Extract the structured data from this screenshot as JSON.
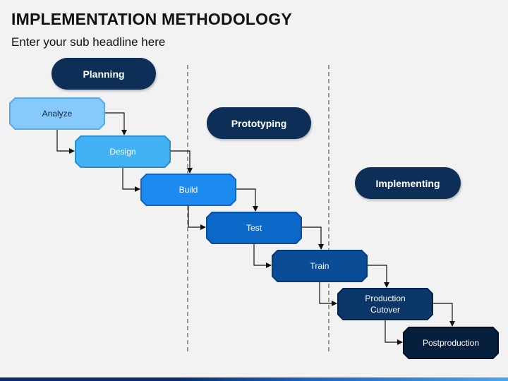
{
  "header": {
    "title": "IMPLEMENTATION METHODOLOGY",
    "subtitle": "Enter your sub headline here"
  },
  "phases": [
    {
      "label": "Planning"
    },
    {
      "label": "Prototyping"
    },
    {
      "label": "Implementing"
    }
  ],
  "steps": [
    {
      "label": "Analyze",
      "fill": "#86c9fb",
      "border": "#5aa8e6",
      "text_color": "#0e2640"
    },
    {
      "label": "Design",
      "fill": "#43b2f5",
      "border": "#2a8ed3",
      "text_color": "#ffffff"
    },
    {
      "label": "Build",
      "fill": "#1d8af0",
      "border": "#1166c4",
      "text_color": "#ffffff"
    },
    {
      "label": "Test",
      "fill": "#0c68c8",
      "border": "#0a4f9c",
      "text_color": "#ffffff"
    },
    {
      "label": "Train",
      "fill": "#0b4c97",
      "border": "#073a74",
      "text_color": "#ffffff"
    },
    {
      "label": "Production\nCutover",
      "fill": "#0a3668",
      "border": "#052449",
      "text_color": "#ffffff"
    },
    {
      "label": "Postproduction",
      "fill": "#061f3d",
      "border": "#030f22",
      "text_color": "#ffffff"
    }
  ],
  "colors": {
    "phase_fill": "#0d2f57",
    "background": "#f2f2f2",
    "connector": "#111111",
    "divider": "#9a9a9a"
  }
}
